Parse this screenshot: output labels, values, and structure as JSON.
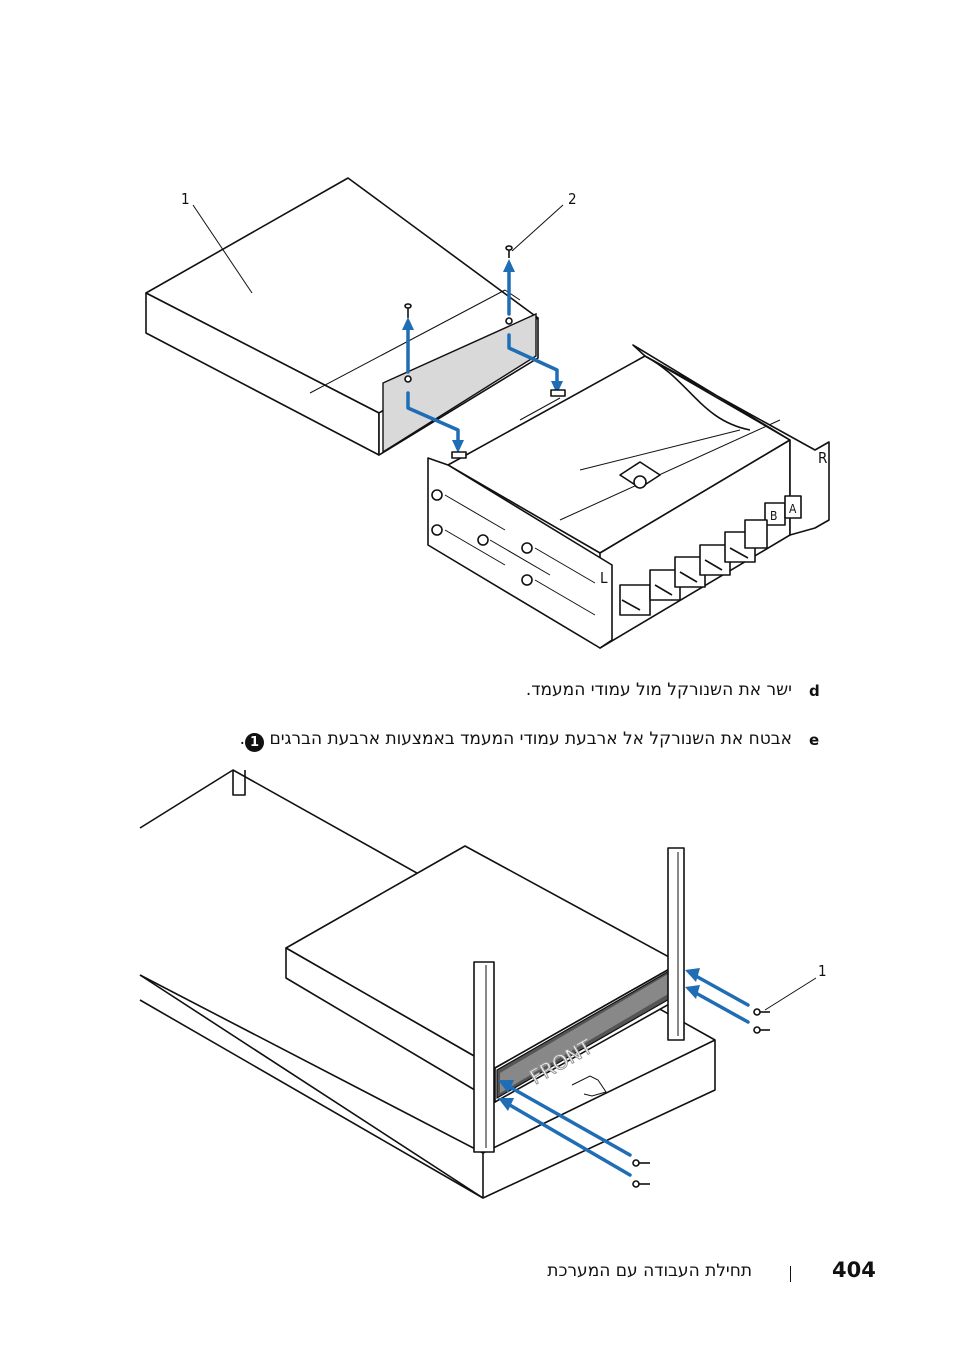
{
  "figure_top": {
    "callouts": [
      "1",
      "2"
    ],
    "rail_labels": {
      "left": "L",
      "right": "R",
      "bay_a": "A",
      "bay_b": "B"
    }
  },
  "steps": [
    {
      "letter": "d",
      "text": "ישר את השנורקל מול עמודי המעמד."
    },
    {
      "letter": "e",
      "text": "אבטח את השנורקל אל ארבעת עמודי המעמד באמצעות ארבעת הברגים",
      "ref": "1",
      "suffix": "."
    }
  ],
  "figure_bottom": {
    "callouts": [
      "1"
    ],
    "front_label": "FRONT"
  },
  "footer": {
    "page_number": "404",
    "chapter_title": "תחילת העבודה עם המערכת"
  },
  "colors": {
    "arrow": "#1f6db5",
    "text": "#111111"
  }
}
